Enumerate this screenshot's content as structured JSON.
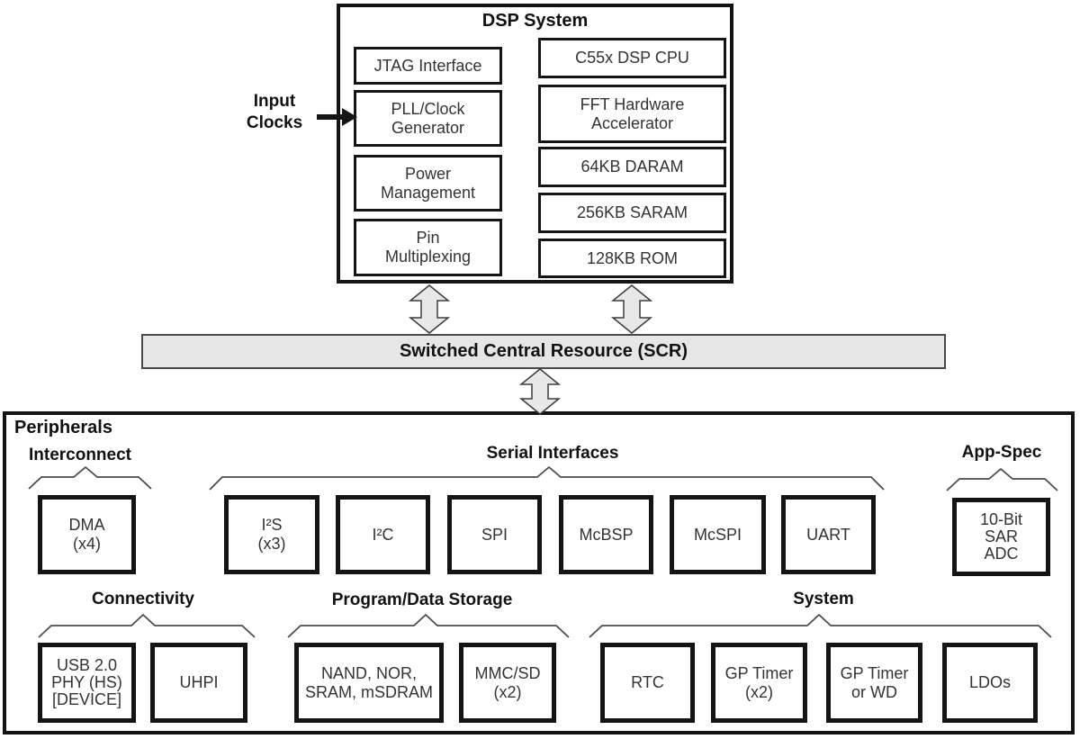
{
  "dsp_system": {
    "title": "DSP System",
    "left_column": [
      {
        "lines": [
          "JTAG Interface"
        ]
      },
      {
        "lines": [
          "PLL/Clock",
          "Generator"
        ]
      },
      {
        "lines": [
          "Power",
          "Management"
        ]
      },
      {
        "lines": [
          "Pin",
          "Multiplexing"
        ]
      }
    ],
    "right_column": [
      {
        "lines": [
          "C55x DSP CPU"
        ]
      },
      {
        "lines": [
          "FFT Hardware",
          "Accelerator"
        ]
      },
      {
        "lines": [
          "64KB DARAM"
        ]
      },
      {
        "lines": [
          "256KB SARAM"
        ]
      },
      {
        "lines": [
          "128KB ROM"
        ]
      }
    ]
  },
  "input_clocks": {
    "line1": "Input",
    "line2": "Clocks"
  },
  "scr": {
    "label": "Switched Central Resource (SCR)"
  },
  "peripherals": {
    "title": "Peripherals",
    "interconnect": {
      "header": "Interconnect",
      "boxes": [
        {
          "lines": [
            "DMA",
            "(x4)"
          ]
        }
      ]
    },
    "serial_interfaces": {
      "header": "Serial Interfaces",
      "boxes": [
        {
          "lines": [
            "I²S",
            "(x3)"
          ]
        },
        {
          "lines": [
            "I²C"
          ]
        },
        {
          "lines": [
            "SPI"
          ]
        },
        {
          "lines": [
            "McBSP"
          ]
        },
        {
          "lines": [
            "McSPI"
          ]
        },
        {
          "lines": [
            "UART"
          ]
        }
      ]
    },
    "app_spec": {
      "header": "App-Spec",
      "boxes": [
        {
          "lines": [
            "10-Bit",
            "SAR",
            "ADC"
          ]
        }
      ]
    },
    "connectivity": {
      "header": "Connectivity",
      "boxes": [
        {
          "lines": [
            "USB 2.0",
            "PHY (HS)",
            "[DEVICE]"
          ]
        },
        {
          "lines": [
            "UHPI"
          ]
        }
      ]
    },
    "program_data_storage": {
      "header": "Program/Data Storage",
      "boxes": [
        {
          "lines": [
            "NAND, NOR,",
            "SRAM, mSDRAM"
          ]
        },
        {
          "lines": [
            "MMC/SD",
            "(x2)"
          ]
        }
      ]
    },
    "system": {
      "header": "System",
      "boxes": [
        {
          "lines": [
            "RTC"
          ]
        },
        {
          "lines": [
            "GP Timer",
            "(x2)"
          ]
        },
        {
          "lines": [
            "GP Timer",
            "or WD"
          ]
        },
        {
          "lines": [
            "LDOs"
          ]
        }
      ]
    }
  },
  "colors": {
    "bar_fill": "#e6e6e6",
    "arrow_fill": "#e8e8e8",
    "line_color": "#141414",
    "brace_color": "#4c4c4c"
  }
}
